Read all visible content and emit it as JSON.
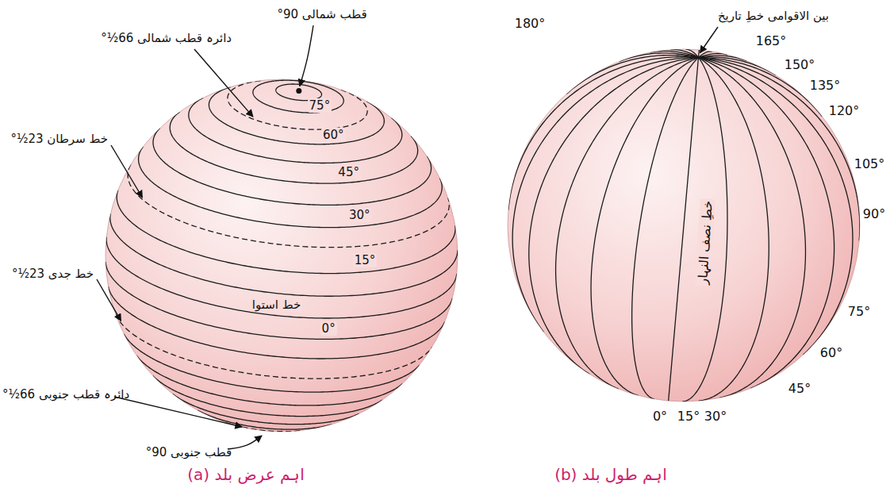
{
  "diagram": {
    "labels": [
      "قطب شمالی 90°",
      "دائرہ قطب شمالی 66½°",
      "خط سرطان 23½°",
      "خط جدی 23½°",
      "دائرہ قطب جنوبی 66½°",
      "قطب جنوبی 90°",
      "75°",
      "60°",
      "45°",
      "30°",
      "15°",
      "خط استوا",
      "0°",
      "(a) اہم عرض بلد",
      "بین الاقوامی خطِ تاریخ",
      "180°",
      "165°",
      "150°",
      "135°",
      "120°",
      "105°",
      "90°",
      "75°",
      "60°",
      "45°",
      "30°",
      "15°",
      "0°",
      "خطِ نصف النہار",
      "(b) اہم طول بلد"
    ]
  }
}
